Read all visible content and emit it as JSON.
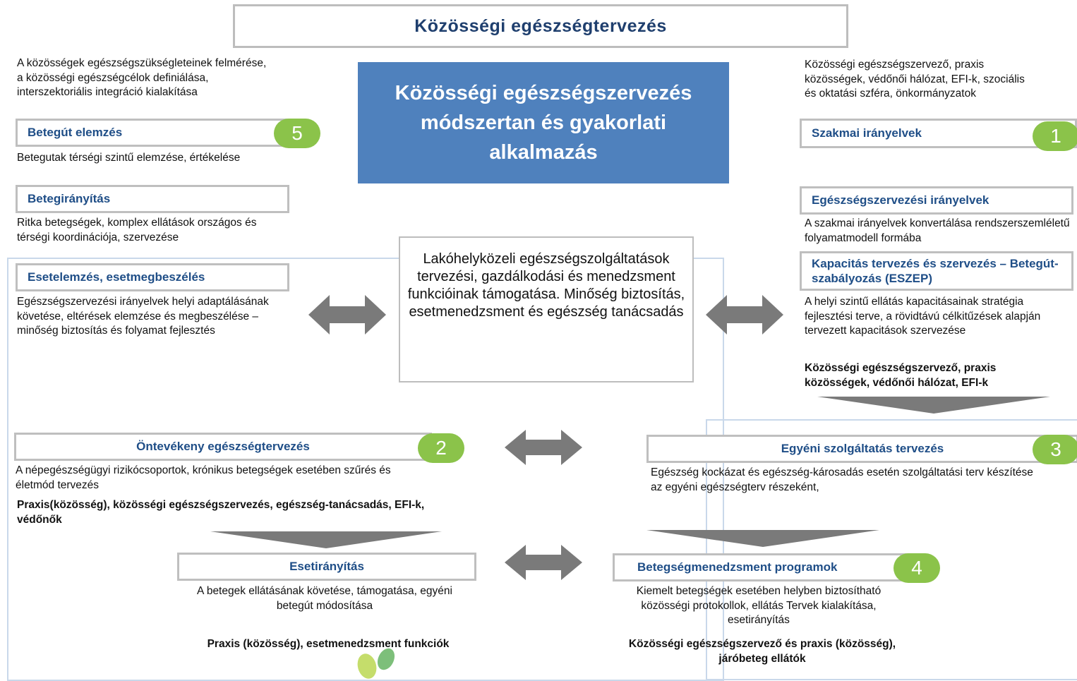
{
  "header": {
    "title": "Közösségi egészségtervezés"
  },
  "hero": {
    "title": "Közösségi egészségszervezés módszertan és gyakorlati alkalmazás"
  },
  "center": {
    "text": "Lakóhelyközeli egészségszolgáltatások tervezési, gazdálkodási és menedzsment funkcióinak támogatása. Minőség biztosítás, esetmenedzsment és egészség tanácsadás"
  },
  "left": {
    "intro": "A közösségek egészségszükségleteinek felmérése, a közösségi egészségcélok definiálása, interszektoriális integráció kialakítása",
    "betegut": {
      "title": "Betegút elemzés",
      "badge": "5",
      "desc": "Betegutak térségi szintű elemzése, értékelése"
    },
    "betegiranyitas": {
      "title": "Betegirányítás",
      "desc": "Ritka betegségek, komplex ellátások országos és térségi koordinációja, szervezése"
    },
    "esetelemzes": {
      "title": "Esetelemzés, esetmegbeszélés",
      "desc": "Egészségszervezési irányelvek helyi adaptálásának követése, eltérések elemzése és megbeszélése – minőség biztosítás és folyamat fejlesztés"
    }
  },
  "right": {
    "intro": "Közösségi egészségszervező, praxis közösségek, védőnői hálózat, EFI-k, szociális és oktatási szféra, önkormányzatok",
    "szakmai": {
      "title": "Szakmai irányelvek",
      "badge": "1"
    },
    "egeszsegszervezesi": {
      "title": "Egészségszervezési irányelvek",
      "desc": "A szakmai irányelvek konvertálása rendszerszemléletű folyamatmodell formába"
    },
    "kapacitas": {
      "title": "Kapacitás tervezés és szervezés – Betegút-szabályozás (ESZEP)",
      "desc": "A helyi szintű ellátás kapacitásainak stratégia fejlesztési terve, a rövidtávú célkitűzések alapján tervezett kapacitások szervezése",
      "actors": "Közösségi egészségszervező, praxis közösségek, védőnői hálózat, EFI-k"
    }
  },
  "bottom_left": {
    "ontevekeny": {
      "title": "Öntevékeny egészségtervezés",
      "badge": "2",
      "desc": "A népegészségügyi rizikócsoportok, krónikus betegségek esetében szűrés és életmód tervezés",
      "actors": "Praxis(közösség), közösségi egészségszervezés, egészség-tanácsadás, EFI-k, védőnők"
    },
    "esetiranyitas": {
      "title": "Esetirányítás",
      "desc": "A betegek ellátásának követése, támogatása, egyéni betegút módosítása",
      "actors": "Praxis (közösség), esetmenedzsment funkciók"
    }
  },
  "bottom_right": {
    "egyeni": {
      "title": "Egyéni szolgáltatás tervezés",
      "badge": "3",
      "desc": "Egészség kockázat és egészség-károsadás esetén szolgáltatási terv készítése az egyéni egészségterv részeként,"
    },
    "betegsegmenedzsment": {
      "title": "Betegségmenedzsment programok",
      "badge": "4",
      "desc": "Kiemelt betegségek esetében helyben biztosítható közösségi protokollok, ellátás Tervek kialakítása, esetirányítás",
      "actors": "Közösségi egészségszervező és praxis (közösség), járóbeteg ellátók"
    }
  },
  "colors": {
    "hero_bg": "#4f81bd",
    "badge": "#8bc34a",
    "box_title": "#1f4e87",
    "arrow": "#7a7a7a",
    "frame": "#c9d8ea"
  },
  "icons": {
    "double_arrow": "double-arrow-icon",
    "down_chevron": "chevron-down-icon",
    "logo": "leaf-logo-icon"
  }
}
